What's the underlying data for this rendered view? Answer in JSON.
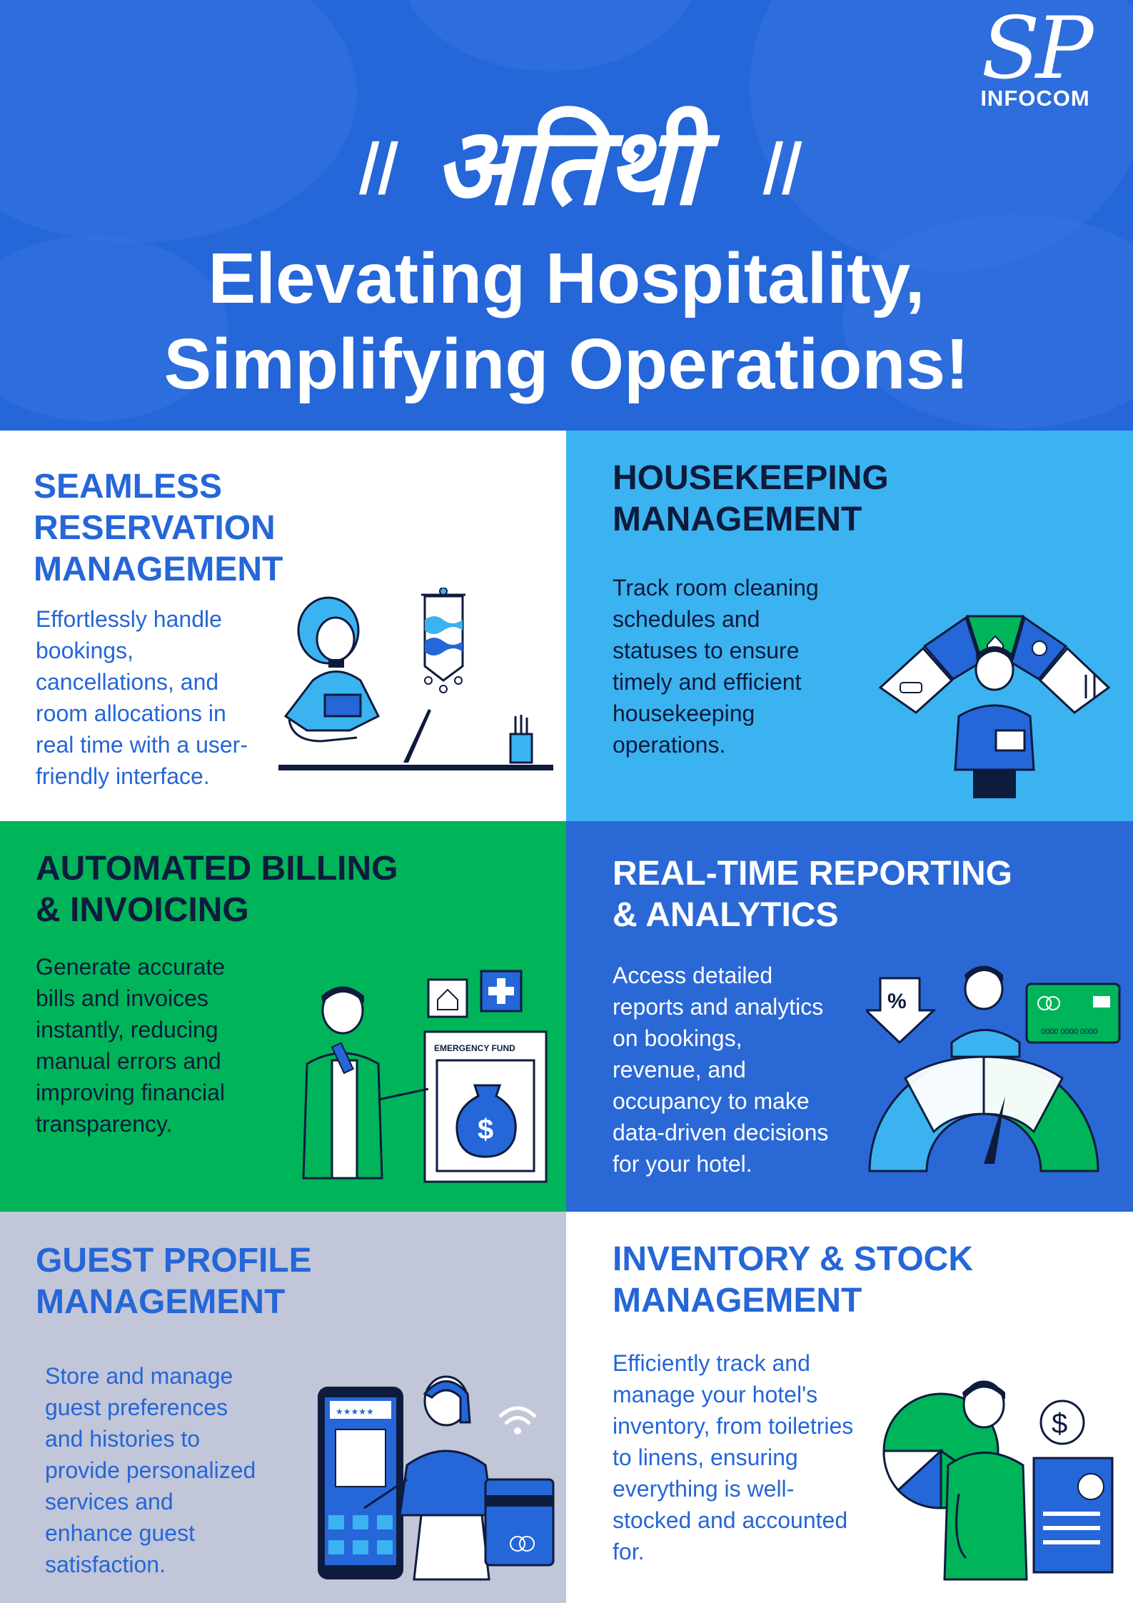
{
  "header": {
    "brand_left": "॥",
    "brand_name": "अतिथी",
    "brand_right": "॥",
    "headline_line1": "Elevating Hospitality,",
    "headline_line2": "Simplifying Operations!"
  },
  "logo": {
    "mark": "SP",
    "text": "INFOCOM"
  },
  "illustration_text": {
    "emergency_fund": "EMERGENCY FUND",
    "dollar": "$",
    "percent": "%",
    "card_number": "0000 0000 0000",
    "rating": "★★★★★"
  },
  "panels": [
    {
      "title": "SEAMLESS\nRESERVATION\nMANAGEMENT",
      "text": "Effortlessly handle\nbookings,\ncancellations, and\nroom allocations in\nreal time with a user-\nfriendly interface."
    },
    {
      "title": "HOUSEKEEPING\nMANAGEMENT",
      "text": "Track room cleaning\nschedules and\nstatuses to ensure\ntimely and efficient\nhousekeeping\noperations."
    },
    {
      "title": "AUTOMATED BILLING\n& INVOICING",
      "text": "Generate accurate\nbills and invoices\ninstantly, reducing\nmanual errors and\nimproving financial\ntransparency."
    },
    {
      "title": "REAL-TIME REPORTING\n& ANALYTICS",
      "text": "Access detailed\nreports and analytics\non bookings,\nrevenue, and\noccupancy to make\ndata-driven decisions\nfor your hotel."
    },
    {
      "title": "GUEST PROFILE\nMANAGEMENT",
      "text": "Store and manage\nguest preferences\nand histories to\nprovide personalized\nservices and\nenhance guest\nsatisfaction."
    },
    {
      "title": "INVENTORY & STOCK\nMANAGEMENT",
      "text": "Efficiently track and\nmanage your hotel's\ninventory, from toiletries\nto linens, ensuring\neverything is well-\nstocked and accounted\nfor."
    }
  ],
  "colors": {
    "header_blue": "#2566d8",
    "white_panel": "#ffffff",
    "sky_panel": "#3bb3f0",
    "green_panel": "#00b45a",
    "royal_panel": "#2a68d6",
    "gray_panel": "#c1c6d8",
    "title_blue": "#2566d8",
    "title_navy": "#0e1b3d"
  }
}
